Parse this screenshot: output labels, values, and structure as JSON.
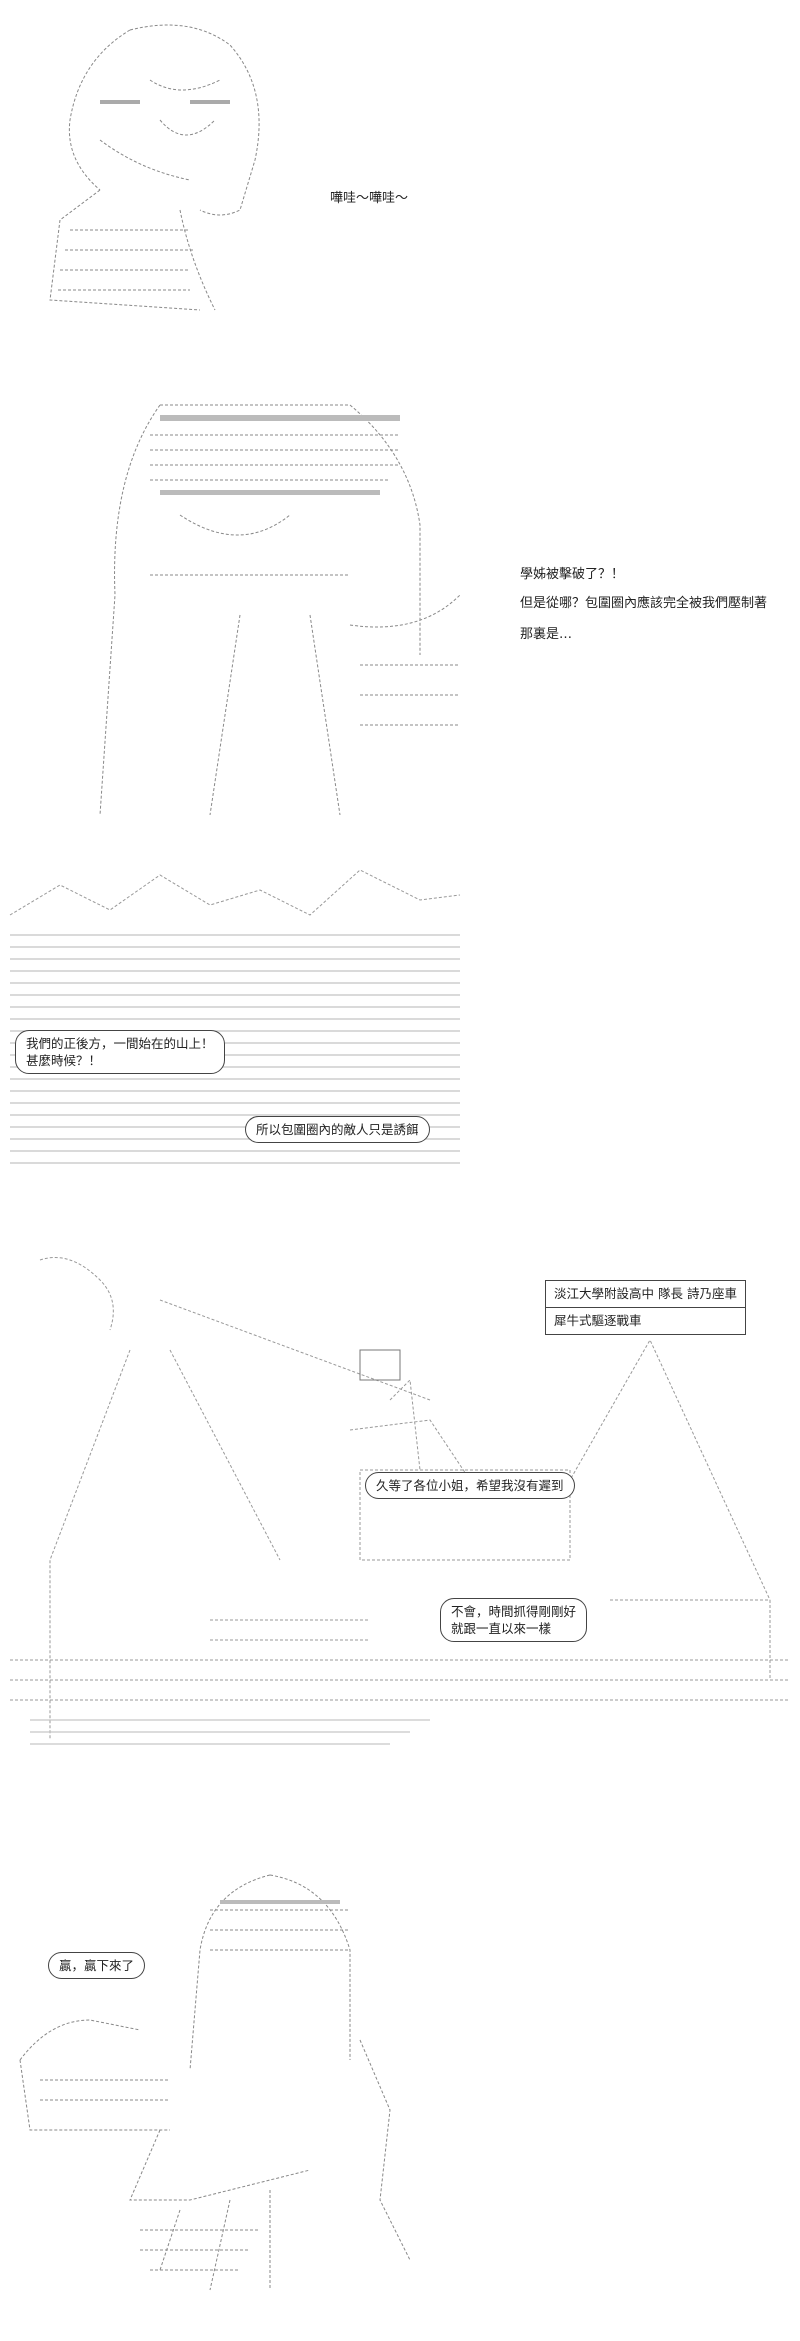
{
  "panel1": {
    "sfx": "嘩哇～嘩哇～"
  },
  "panel2": {
    "lines": [
      "學姊被擊破了？！",
      "但是從哪？包圍圈內應該完全被我們壓制著",
      "那裏是…"
    ]
  },
  "panel3": {
    "bubble_left": [
      "我們的正後方，一間始在的山上！",
      "甚麼時候？！"
    ],
    "bubble_right": "所以包圍圈內的敵人只是誘餌"
  },
  "panel4": {
    "caption_top": "淡江大學附設高中 隊長 詩乃座車",
    "caption_bottom": "犀牛式驅逐戰車",
    "bubble_mid": "久等了各位小姐，希望我沒有遲到",
    "bubble_low": [
      "不會，時間抓得剛剛好",
      "就跟一直以來一樣"
    ]
  },
  "panel5": {
    "bubble": "贏，贏下來了"
  }
}
